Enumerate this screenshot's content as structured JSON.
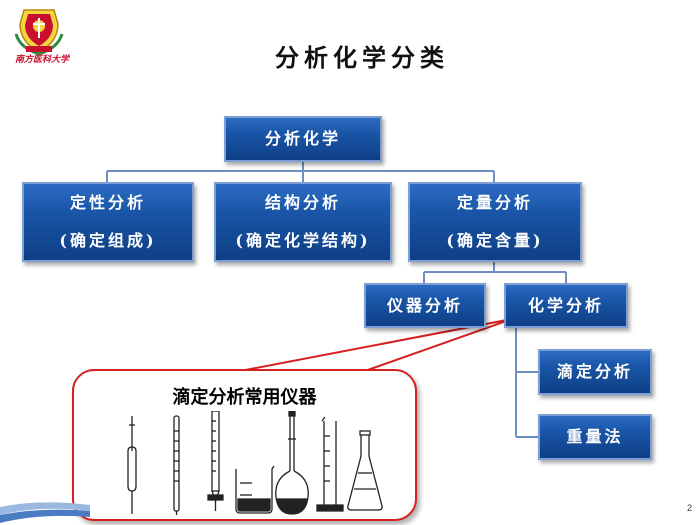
{
  "header": {
    "title": "分析化学分类",
    "university_name": "南方医科大学"
  },
  "colors": {
    "node_fill": "#1a56a8",
    "node_border": "#7d9fd6",
    "connector": "#6e8fc2",
    "callout_border": "#d42020",
    "callout_pointer": "#d42020"
  },
  "diagram": {
    "root": {
      "label": "分析化学"
    },
    "level1": [
      {
        "label": "定性分析",
        "sub": "(确定组成)"
      },
      {
        "label": "结构分析",
        "sub": "(确定化学结构)"
      },
      {
        "label": "定量分析",
        "sub": "(确定含量)"
      }
    ],
    "quantitative_children": [
      {
        "label": "仪器分析"
      },
      {
        "label": "化学分析"
      }
    ],
    "chemical_children": [
      {
        "label": "滴定分析"
      },
      {
        "label": "重量法"
      }
    ]
  },
  "callout": {
    "title": "滴定分析常用仪器",
    "instruments": [
      "pipette-icon",
      "graduated-pipette-icon",
      "burette-icon",
      "beaker-icon",
      "volumetric-flask-icon",
      "graduated-cylinder-icon",
      "conical-flask-icon"
    ]
  },
  "footer": {
    "page_number": "2"
  }
}
